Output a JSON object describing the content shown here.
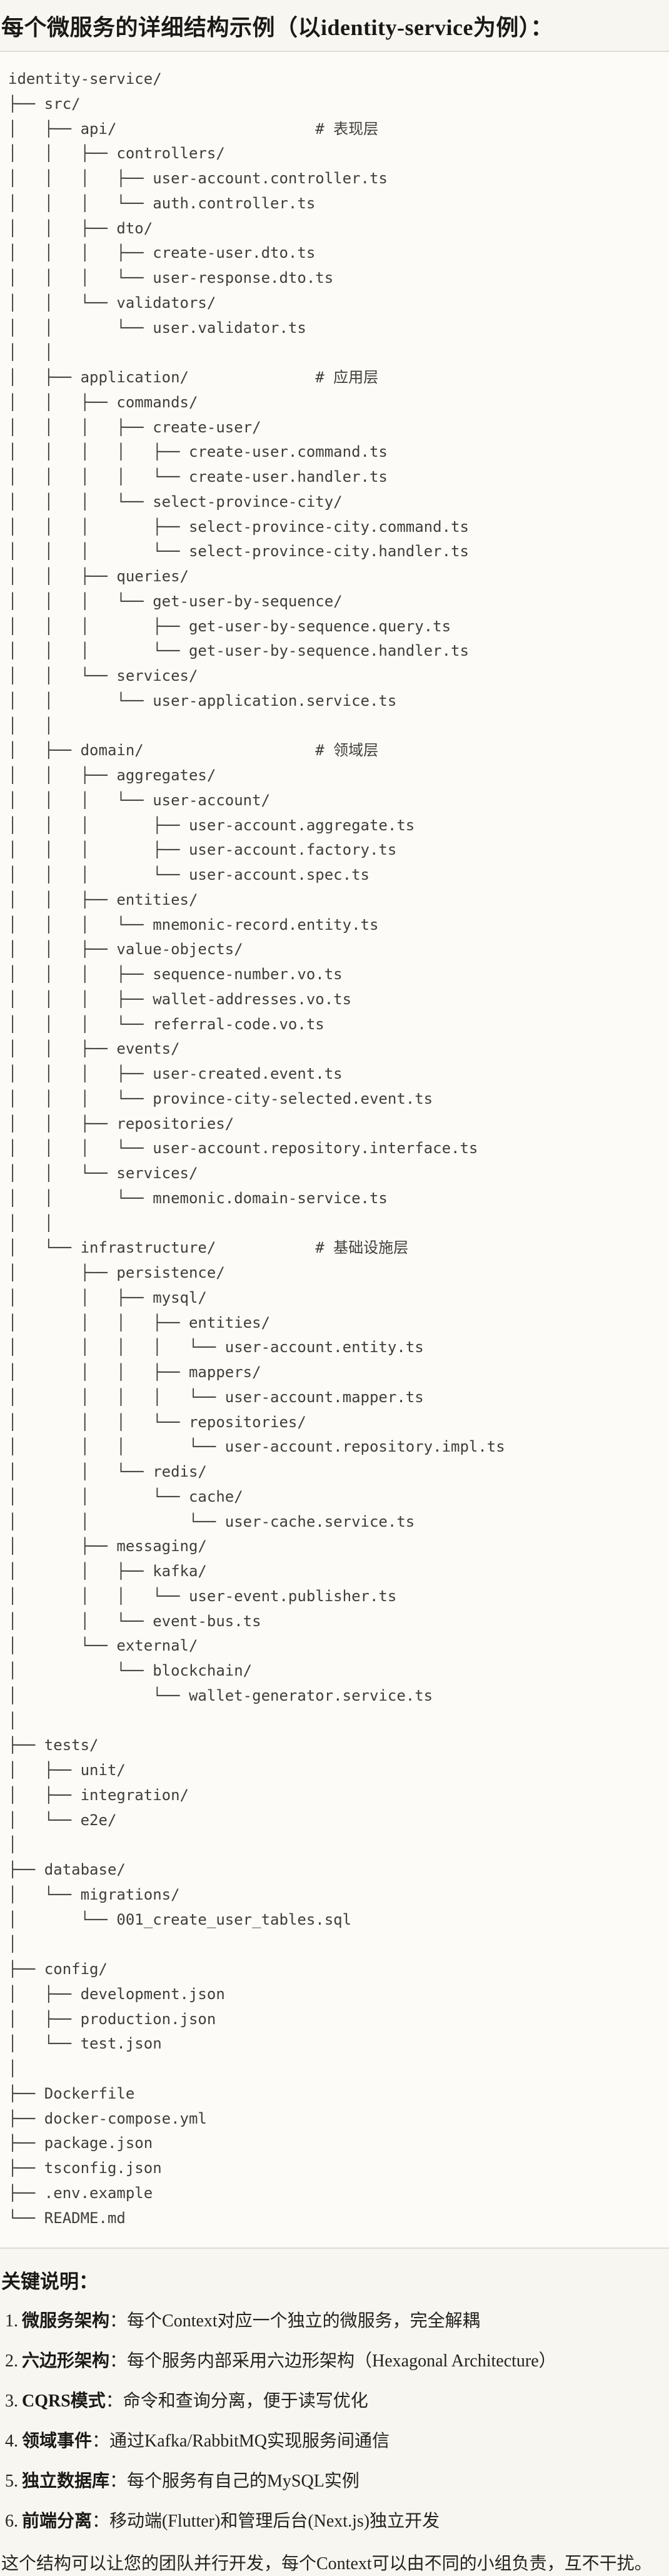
{
  "title": "每个微服务的详细结构示例（以identity-service为例）：",
  "tree": {
    "lines": [
      "identity-service/",
      "├── src/",
      "│   ├── api/                      # 表现层",
      "│   │   ├── controllers/",
      "│   │   │   ├── user-account.controller.ts",
      "│   │   │   └── auth.controller.ts",
      "│   │   ├── dto/",
      "│   │   │   ├── create-user.dto.ts",
      "│   │   │   └── user-response.dto.ts",
      "│   │   └── validators/",
      "│   │       └── user.validator.ts",
      "│   │",
      "│   ├── application/              # 应用层",
      "│   │   ├── commands/",
      "│   │   │   ├── create-user/",
      "│   │   │   │   ├── create-user.command.ts",
      "│   │   │   │   └── create-user.handler.ts",
      "│   │   │   └── select-province-city/",
      "│   │   │       ├── select-province-city.command.ts",
      "│   │   │       └── select-province-city.handler.ts",
      "│   │   ├── queries/",
      "│   │   │   └── get-user-by-sequence/",
      "│   │   │       ├── get-user-by-sequence.query.ts",
      "│   │   │       └── get-user-by-sequence.handler.ts",
      "│   │   └── services/",
      "│   │       └── user-application.service.ts",
      "│   │",
      "│   ├── domain/                   # 领域层",
      "│   │   ├── aggregates/",
      "│   │   │   └── user-account/",
      "│   │   │       ├── user-account.aggregate.ts",
      "│   │   │       ├── user-account.factory.ts",
      "│   │   │       └── user-account.spec.ts",
      "│   │   ├── entities/",
      "│   │   │   └── mnemonic-record.entity.ts",
      "│   │   ├── value-objects/",
      "│   │   │   ├── sequence-number.vo.ts",
      "│   │   │   ├── wallet-addresses.vo.ts",
      "│   │   │   └── referral-code.vo.ts",
      "│   │   ├── events/",
      "│   │   │   ├── user-created.event.ts",
      "│   │   │   └── province-city-selected.event.ts",
      "│   │   ├── repositories/",
      "│   │   │   └── user-account.repository.interface.ts",
      "│   │   └── services/",
      "│   │       └── mnemonic.domain-service.ts",
      "│   │",
      "│   └── infrastructure/           # 基础设施层",
      "│       ├── persistence/",
      "│       │   ├── mysql/",
      "│       │   │   ├── entities/",
      "│       │   │   │   └── user-account.entity.ts",
      "│       │   │   ├── mappers/",
      "│       │   │   │   └── user-account.mapper.ts",
      "│       │   │   └── repositories/",
      "│       │   │       └── user-account.repository.impl.ts",
      "│       │   └── redis/",
      "│       │       └── cache/",
      "│       │           └── user-cache.service.ts",
      "│       ├── messaging/",
      "│       │   ├── kafka/",
      "│       │   │   └── user-event.publisher.ts",
      "│       │   └── event-bus.ts",
      "│       └── external/",
      "│           └── blockchain/",
      "│               └── wallet-generator.service.ts",
      "│",
      "├── tests/",
      "│   ├── unit/",
      "│   ├── integration/",
      "│   └── e2e/",
      "│",
      "├── database/",
      "│   └── migrations/",
      "│       └── 001_create_user_tables.sql",
      "│",
      "├── config/",
      "│   ├── development.json",
      "│   ├── production.json",
      "│   └── test.json",
      "│",
      "├── Dockerfile",
      "├── docker-compose.yml",
      "├── package.json",
      "├── tsconfig.json",
      "├── .env.example",
      "└── README.md"
    ]
  },
  "notes": {
    "heading": "关键说明：",
    "items": [
      {
        "num": "1.",
        "term": "微服务架构",
        "desc": "：每个Context对应一个独立的微服务，完全解耦"
      },
      {
        "num": "2.",
        "term": "六边形架构",
        "desc": "：每个服务内部采用六边形架构（Hexagonal Architecture）"
      },
      {
        "num": "3.",
        "term": "CQRS模式",
        "desc": "：命令和查询分离，便于读写优化"
      },
      {
        "num": "4.",
        "term": "领域事件",
        "desc": "：通过Kafka/RabbitMQ实现服务间通信"
      },
      {
        "num": "5.",
        "term": "独立数据库",
        "desc": "：每个服务有自己的MySQL实例"
      },
      {
        "num": "6.",
        "term": "前端分离",
        "desc": "：移动端(Flutter)和管理后台(Next.js)独立开发"
      }
    ],
    "footer": "这个结构可以让您的团队并行开发，每个Context可以由不同的小组负责，互不干扰。"
  }
}
